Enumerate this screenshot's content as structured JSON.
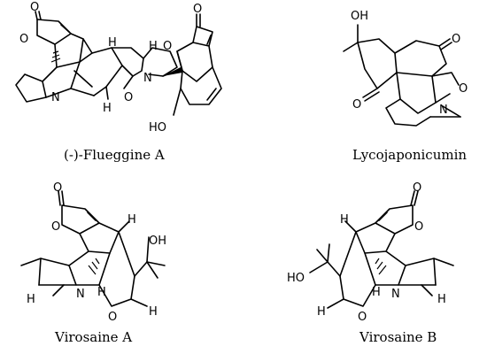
{
  "compounds": [
    {
      "caption": "(-)-Flueggine A",
      "atoms": {
        "o_carbonyl_1": "O",
        "o_ring_1": "O",
        "h_1": "H",
        "n_1": "N",
        "h_2": "H",
        "o_ether": "O",
        "n_2": "N",
        "h_3": "H",
        "o_carbonyl_2": "O",
        "o_ring_2": "O",
        "oh": "HO"
      }
    },
    {
      "caption": "Lycojaponicumin",
      "atoms": {
        "oh": "OH",
        "o_ketone_1": "O",
        "o_ketone_2": "O",
        "o_ring": "O",
        "n": "N"
      }
    },
    {
      "caption": "Virosaine A",
      "atoms": {
        "o_carbonyl": "O",
        "o_ring": "O",
        "h_1": "H",
        "oh": "OH",
        "h_2": "H",
        "n": "N",
        "o_bridge": "O",
        "h_3": "H",
        "h_4": "H"
      }
    },
    {
      "caption": "Virosaine B",
      "atoms": {
        "o_carbonyl": "O",
        "o_ring": "O",
        "h_1": "H",
        "ho": "HO",
        "h_2": "H",
        "n": "N",
        "o_bridge": "O",
        "h_3": "H",
        "h_4": "H"
      }
    }
  ]
}
